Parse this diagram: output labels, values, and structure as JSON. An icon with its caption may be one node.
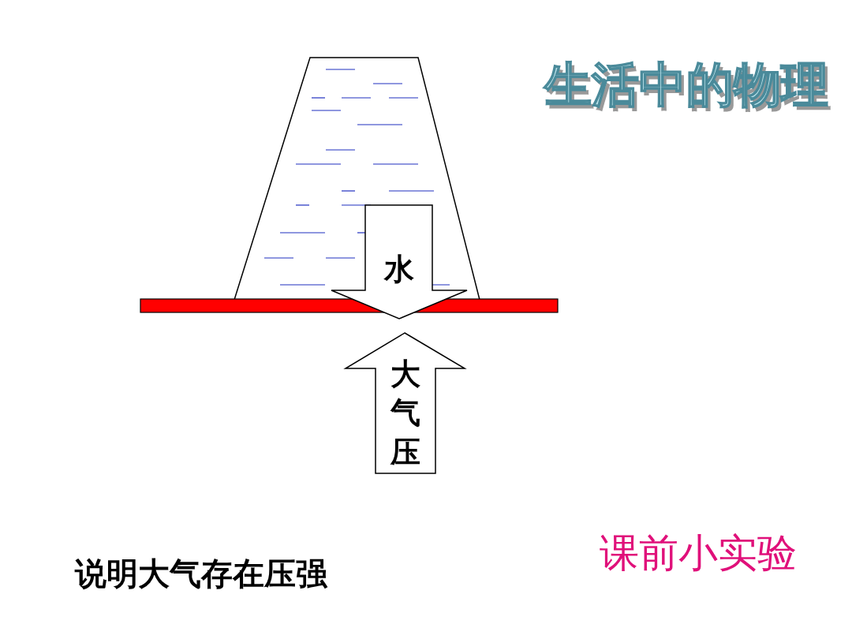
{
  "diagram": {
    "title": "生活中的物理",
    "nodes": [
      {
        "text": [
          "水"
        ]
      },
      {
        "text": [
          "大气压"
        ]
      }
    ],
    "labels": [
      "课前小实验",
      "说明大气存在压强"
    ]
  }
}
